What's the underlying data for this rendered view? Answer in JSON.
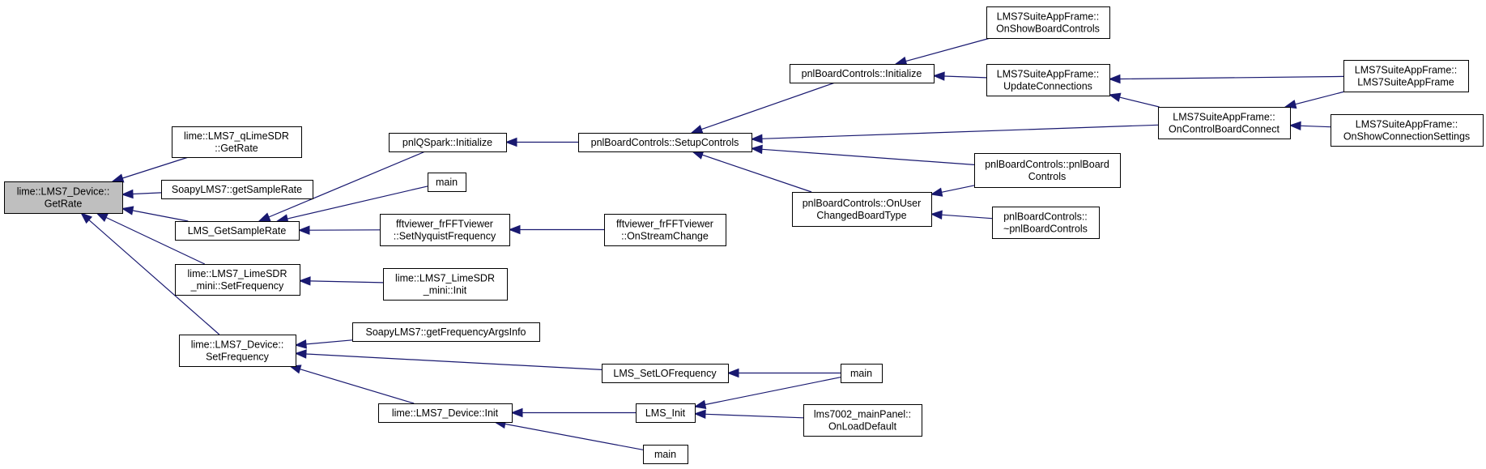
{
  "graph": {
    "nodes": [
      {
        "id": "n0",
        "lines": [
          "lime::LMS7_Device::",
          "GetRate"
        ]
      },
      {
        "id": "n1",
        "lines": [
          "lime::LMS7_qLimeSDR",
          "::GetRate"
        ]
      },
      {
        "id": "n2",
        "lines": [
          "SoapyLMS7::getSampleRate"
        ]
      },
      {
        "id": "n3",
        "lines": [
          "LMS_GetSampleRate"
        ]
      },
      {
        "id": "n4",
        "lines": [
          "lime::LMS7_LimeSDR",
          "_mini::SetFrequency"
        ]
      },
      {
        "id": "n5",
        "lines": [
          "lime::LMS7_Device::",
          "SetFrequency"
        ]
      },
      {
        "id": "n6",
        "lines": [
          "pnlQSpark::Initialize"
        ]
      },
      {
        "id": "n7",
        "lines": [
          "main"
        ]
      },
      {
        "id": "n8",
        "lines": [
          "fftviewer_frFFTviewer",
          "::SetNyquistFrequency"
        ]
      },
      {
        "id": "n9",
        "lines": [
          "lime::LMS7_LimeSDR",
          "_mini::Init"
        ]
      },
      {
        "id": "n10",
        "lines": [
          "SoapyLMS7::getFrequencyArgsInfo"
        ]
      },
      {
        "id": "n11",
        "lines": [
          "lime::LMS7_Device::Init"
        ]
      },
      {
        "id": "n12",
        "lines": [
          "pnlBoardControls::SetupControls"
        ]
      },
      {
        "id": "n13",
        "lines": [
          "fftviewer_frFFTviewer",
          "::OnStreamChange"
        ]
      },
      {
        "id": "n14",
        "lines": [
          "LMS_SetLOFrequency"
        ]
      },
      {
        "id": "n15",
        "lines": [
          "LMS_Init"
        ]
      },
      {
        "id": "n16",
        "lines": [
          "main"
        ]
      },
      {
        "id": "n17",
        "lines": [
          "pnlBoardControls::Initialize"
        ]
      },
      {
        "id": "n18",
        "lines": [
          "pnlBoardControls::OnUser",
          "ChangedBoardType"
        ]
      },
      {
        "id": "n19",
        "lines": [
          "main"
        ]
      },
      {
        "id": "n20",
        "lines": [
          "lms7002_mainPanel::",
          "OnLoadDefault"
        ]
      },
      {
        "id": "n21",
        "lines": [
          "LMS7SuiteAppFrame::",
          "OnShowBoardControls"
        ]
      },
      {
        "id": "n22",
        "lines": [
          "LMS7SuiteAppFrame::",
          "UpdateConnections"
        ]
      },
      {
        "id": "n23",
        "lines": [
          "pnlBoardControls::pnlBoard",
          "Controls"
        ]
      },
      {
        "id": "n24",
        "lines": [
          "pnlBoardControls::",
          "~pnlBoardControls"
        ]
      },
      {
        "id": "n25",
        "lines": [
          "LMS7SuiteAppFrame::",
          "OnControlBoardConnect"
        ]
      },
      {
        "id": "n26",
        "lines": [
          "LMS7SuiteAppFrame::",
          "LMS7SuiteAppFrame"
        ]
      },
      {
        "id": "n27",
        "lines": [
          "LMS7SuiteAppFrame::",
          "OnShowConnectionSettings"
        ]
      }
    ],
    "edges": [
      [
        "n1",
        "n0"
      ],
      [
        "n2",
        "n0"
      ],
      [
        "n3",
        "n0"
      ],
      [
        "n4",
        "n0"
      ],
      [
        "n5",
        "n0"
      ],
      [
        "n6",
        "n3"
      ],
      [
        "n7",
        "n3"
      ],
      [
        "n8",
        "n3"
      ],
      [
        "n9",
        "n4"
      ],
      [
        "n10",
        "n5"
      ],
      [
        "n14",
        "n5"
      ],
      [
        "n11",
        "n5"
      ],
      [
        "n12",
        "n6"
      ],
      [
        "n13",
        "n8"
      ],
      [
        "n15",
        "n11"
      ],
      [
        "n16",
        "n11"
      ],
      [
        "n19",
        "n14"
      ],
      [
        "n19",
        "n15"
      ],
      [
        "n20",
        "n15"
      ],
      [
        "n17",
        "n12"
      ],
      [
        "n18",
        "n12"
      ],
      [
        "n23",
        "n12"
      ],
      [
        "n25",
        "n12"
      ],
      [
        "n21",
        "n17"
      ],
      [
        "n22",
        "n17"
      ],
      [
        "n23",
        "n18"
      ],
      [
        "n24",
        "n18"
      ],
      [
        "n26",
        "n22"
      ],
      [
        "n25",
        "n22"
      ],
      [
        "n26",
        "n25"
      ],
      [
        "n27",
        "n25"
      ]
    ]
  }
}
